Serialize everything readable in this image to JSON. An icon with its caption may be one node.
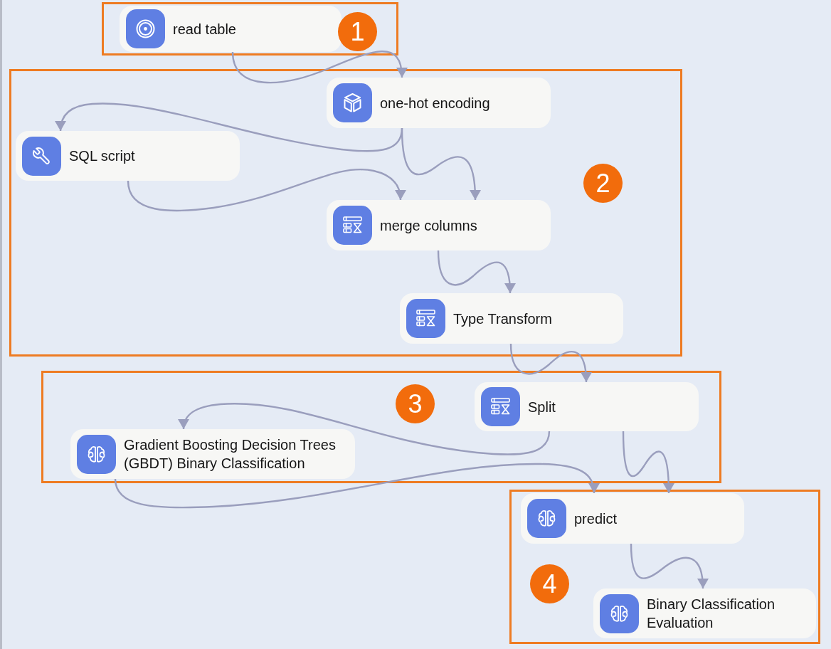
{
  "diagram": {
    "nodes": [
      {
        "text": [],
        "shape": "box"
      },
      {
        "text": [
          "read table"
        ],
        "in": 0
      },
      {
        "text": [
          "1"
        ],
        "in": 0
      },
      {
        "text": [],
        "shape": "box"
      },
      {
        "text": [
          "one-hot encoding"
        ],
        "in": 3
      },
      {
        "text": [
          "SQL script"
        ],
        "in": 3
      },
      {
        "text": [
          "2"
        ],
        "in": 3
      },
      {
        "text": [
          "merge columns"
        ],
        "in": 3
      },
      {
        "text": [
          "Type Transform"
        ],
        "in": 3
      },
      {
        "text": [],
        "shape": "box"
      },
      {
        "text": [
          "3"
        ],
        "in": 9
      },
      {
        "text": [
          "Split"
        ],
        "in": 9
      },
      {
        "text": [
          "Gradient Boosting Decision Trees (GBDT) Binary Classification"
        ],
        "in": 9
      },
      {
        "text": [],
        "shape": "box"
      },
      {
        "text": [
          "predict"
        ],
        "in": 13
      },
      {
        "text": [
          "4"
        ],
        "in": 13
      },
      {
        "text": [
          "Binary Classification Evaluation"
        ],
        "in": 13
      }
    ],
    "edges": [
      {
        "from": 1,
        "to": 4,
        "arrow": "to"
      },
      {
        "from": 4,
        "to": 5,
        "arrow": "to"
      },
      {
        "from": 4,
        "to": 7,
        "arrow": "to"
      },
      {
        "from": 5,
        "to": 7,
        "arrow": "to"
      },
      {
        "from": 7,
        "to": 8,
        "arrow": "to"
      },
      {
        "from": 8,
        "to": 11,
        "arrow": "to"
      },
      {
        "from": 11,
        "to": 12,
        "arrow": "to"
      },
      {
        "from": 12,
        "to": 14,
        "arrow": "to"
      },
      {
        "from": 11,
        "to": 14,
        "arrow": "to"
      },
      {
        "from": 14,
        "to": 16,
        "arrow": "to"
      }
    ]
  }
}
